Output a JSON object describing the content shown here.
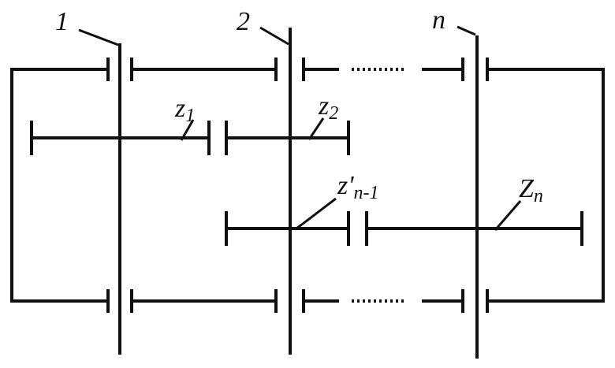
{
  "labels": {
    "shaft_1": "1",
    "shaft_2": "2",
    "shaft_n": "n",
    "gear_z1": {
      "main": "z",
      "sub": "1"
    },
    "gear_z2": {
      "main": "z",
      "sub": "2"
    },
    "gear_zn_1": {
      "main": "z'",
      "sub": "n-1"
    },
    "gear_Zn": {
      "main": "Z",
      "sub": "n"
    }
  },
  "colors": {
    "line": "#111111",
    "background": "#ffffff"
  }
}
